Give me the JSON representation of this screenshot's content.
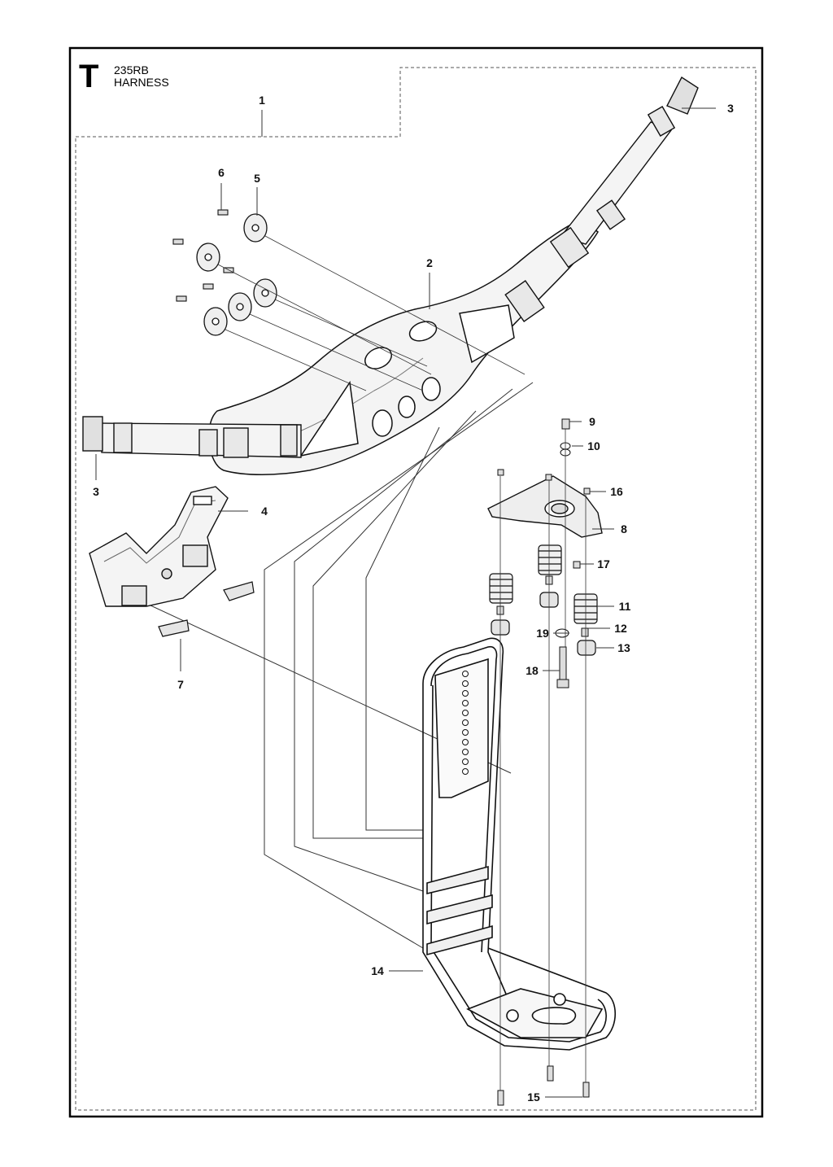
{
  "header": {
    "section_letter": "T",
    "model": "235RB",
    "title": "HARNESS"
  },
  "callouts": {
    "c1": "1",
    "c2": "2",
    "c3a": "3",
    "c3b": "3",
    "c4": "4",
    "c5": "5",
    "c6": "6",
    "c7": "7",
    "c8": "8",
    "c9": "9",
    "c10": "10",
    "c11": "11",
    "c12": "12",
    "c13": "13",
    "c14": "14",
    "c15": "15",
    "c16": "16",
    "c17": "17",
    "c18": "18",
    "c19": "19"
  }
}
